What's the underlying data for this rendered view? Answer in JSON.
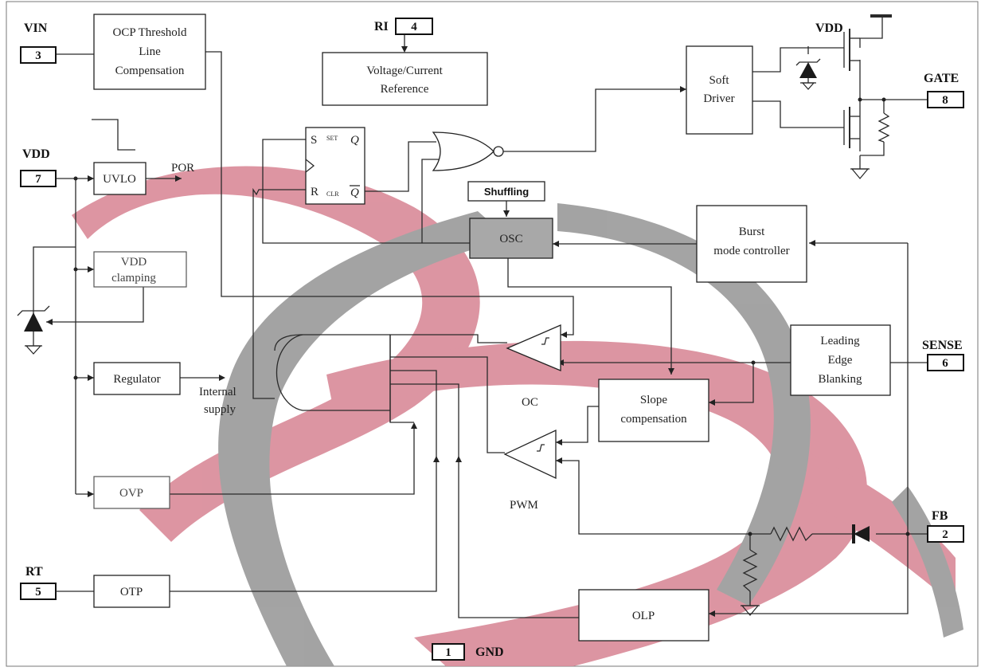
{
  "pins": {
    "vin": {
      "label": "VIN",
      "num": "3"
    },
    "vdd": {
      "label": "VDD",
      "num": "7"
    },
    "ri": {
      "label": "RI",
      "num": "4"
    },
    "gate": {
      "label": "GATE",
      "num": "8"
    },
    "sense": {
      "label": "SENSE",
      "num": "6"
    },
    "fb": {
      "label": "FB",
      "num": "2"
    },
    "rt": {
      "label": "RT",
      "num": "5"
    },
    "gnd": {
      "label": "GND",
      "num": "1"
    }
  },
  "blocks": {
    "ocp": [
      "OCP Threshold",
      "Line",
      "Compensation"
    ],
    "vref": [
      "Voltage/Current",
      "Reference"
    ],
    "soft_driver": [
      "Soft",
      "Driver"
    ],
    "uvlo": "UVLO",
    "vdd_clamping": [
      "VDD",
      "clamping"
    ],
    "regulator": "Regulator",
    "ovp": "OVP",
    "otp": "OTP",
    "osc": "OSC",
    "shuffling": "Shuffling",
    "burst": [
      "Burst",
      "mode controller"
    ],
    "leb": [
      "Leading",
      "Edge",
      "Blanking"
    ],
    "slope": [
      "Slope",
      "compensation"
    ],
    "olp": "OLP"
  },
  "labels": {
    "por": "POR",
    "internal_supply": [
      "Internal",
      "supply"
    ],
    "oc": "OC",
    "pwm": "PWM",
    "vdd_top": "VDD",
    "ff_s": "S",
    "ff_r": "R",
    "ff_q": "Q",
    "ff_qbar": "Q",
    "ff_set": "SET",
    "ff_clr": "CLR"
  },
  "colors": {
    "watermark_red": "#d98a98",
    "watermark_gray": "#9a9a9a",
    "osc_fill": "#a8a8a8"
  }
}
